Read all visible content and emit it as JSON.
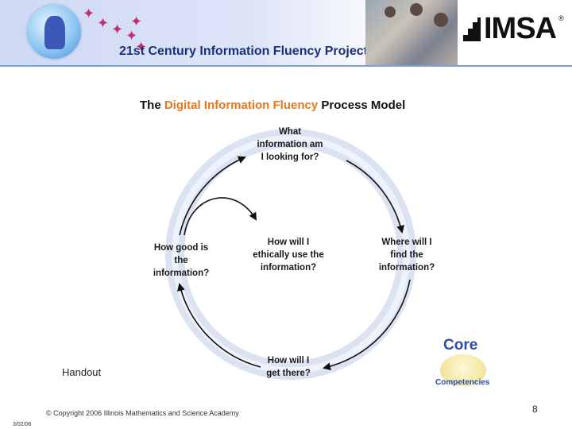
{
  "header": {
    "project_title": "21st Century Information Fluency Project",
    "logo_text": "IMSA",
    "logo_registered": "®"
  },
  "diagram": {
    "title_prefix": "The",
    "title_accent": "Digital Information Fluency",
    "title_suffix": "Process Model",
    "accent_color": "#e8771c",
    "ring_color": "#d6dff0",
    "arrow_color": "#111111",
    "questions": {
      "top": [
        "What",
        "information am",
        "I looking for?"
      ],
      "right": [
        "Where will I",
        "find the",
        "information?"
      ],
      "bottom": [
        "How will I",
        "get there?"
      ],
      "left": [
        "How good is",
        "the",
        "information?"
      ],
      "center": [
        "How will I",
        "ethically use the",
        "information?"
      ]
    }
  },
  "handout_label": "Handout",
  "badge": {
    "core": "Core",
    "competencies": "Competencies"
  },
  "footer": {
    "copyright": "© Copyright 2006 Illinois Mathematics and Science Academy",
    "page_number": "8",
    "date": "3/02/06"
  }
}
